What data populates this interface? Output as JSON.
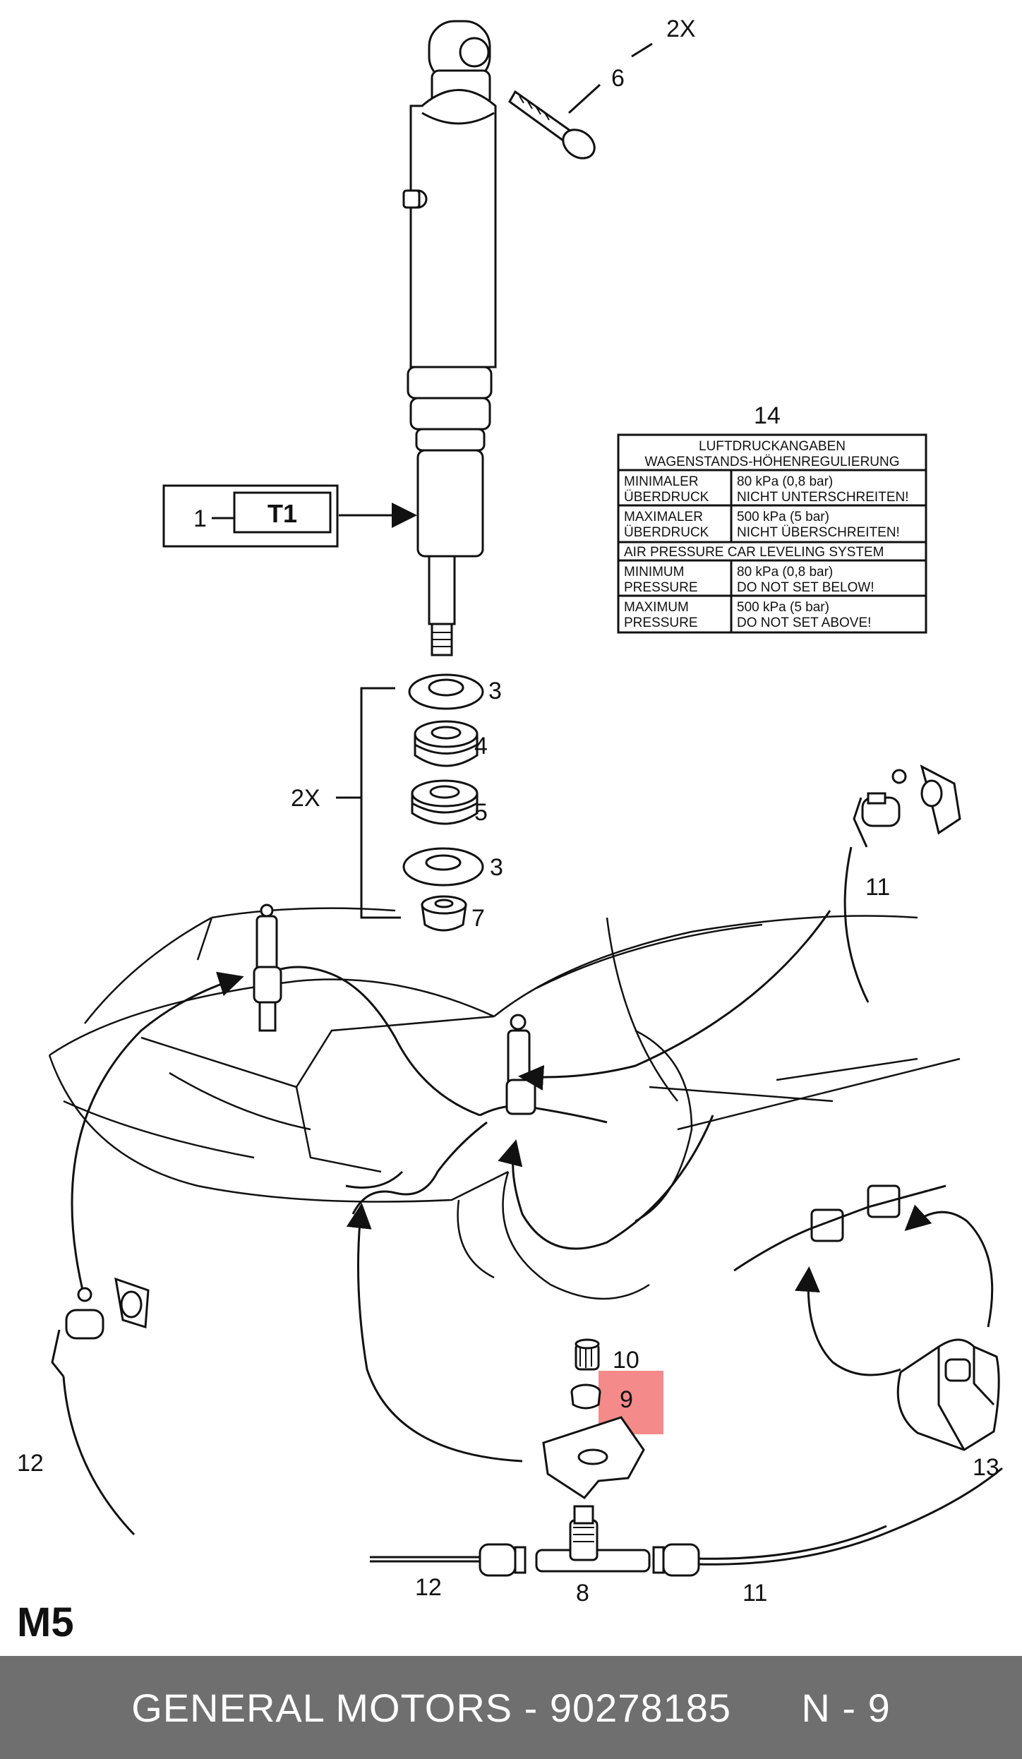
{
  "callouts": {
    "c1": "1",
    "t1": "T1",
    "c2x_top": "2X",
    "c6": "6",
    "c14": "14",
    "c3a": "3",
    "c4": "4",
    "c5": "5",
    "c3b": "3",
    "c7": "7",
    "c2x_left": "2X",
    "c11_top": "11",
    "c10": "10",
    "c9": "9",
    "c12_left": "12",
    "c13": "13",
    "c12_bottom": "12",
    "c8": "8",
    "c11_bottom": "11"
  },
  "label_table": {
    "header1": "LUFTDRUCKANGABEN",
    "header2": "WAGENSTANDS-HÖHENREGULIERUNG",
    "rows_de": [
      {
        "k1": "MINIMALER",
        "k2": "ÜBERDRUCK",
        "v1": "80 kPa (0,8 bar)",
        "v2": "NICHT UNTERSCHREITEN!"
      },
      {
        "k1": "MAXIMALER",
        "k2": "ÜBERDRUCK",
        "v1": "500 kPa (5 bar)",
        "v2": "NICHT ÜBERSCHREITEN!"
      }
    ],
    "header_en": "AIR PRESSURE CAR LEVELING SYSTEM",
    "rows_en": [
      {
        "k1": "MINIMUM",
        "k2": "PRESSURE",
        "v1": "80 kPa (0,8 bar)",
        "v2": "DO NOT SET BELOW!"
      },
      {
        "k1": "MAXIMUM",
        "k2": "PRESSURE",
        "v1": "500 kPa (5 bar)",
        "v2": "DO NOT SET ABOVE!"
      }
    ]
  },
  "section_code": "M5",
  "highlight_color": "#f48a8a",
  "footer": {
    "brand": "GENERAL MOTORS",
    "separator": "-",
    "part_number": "90278185",
    "position": "N - 9"
  }
}
